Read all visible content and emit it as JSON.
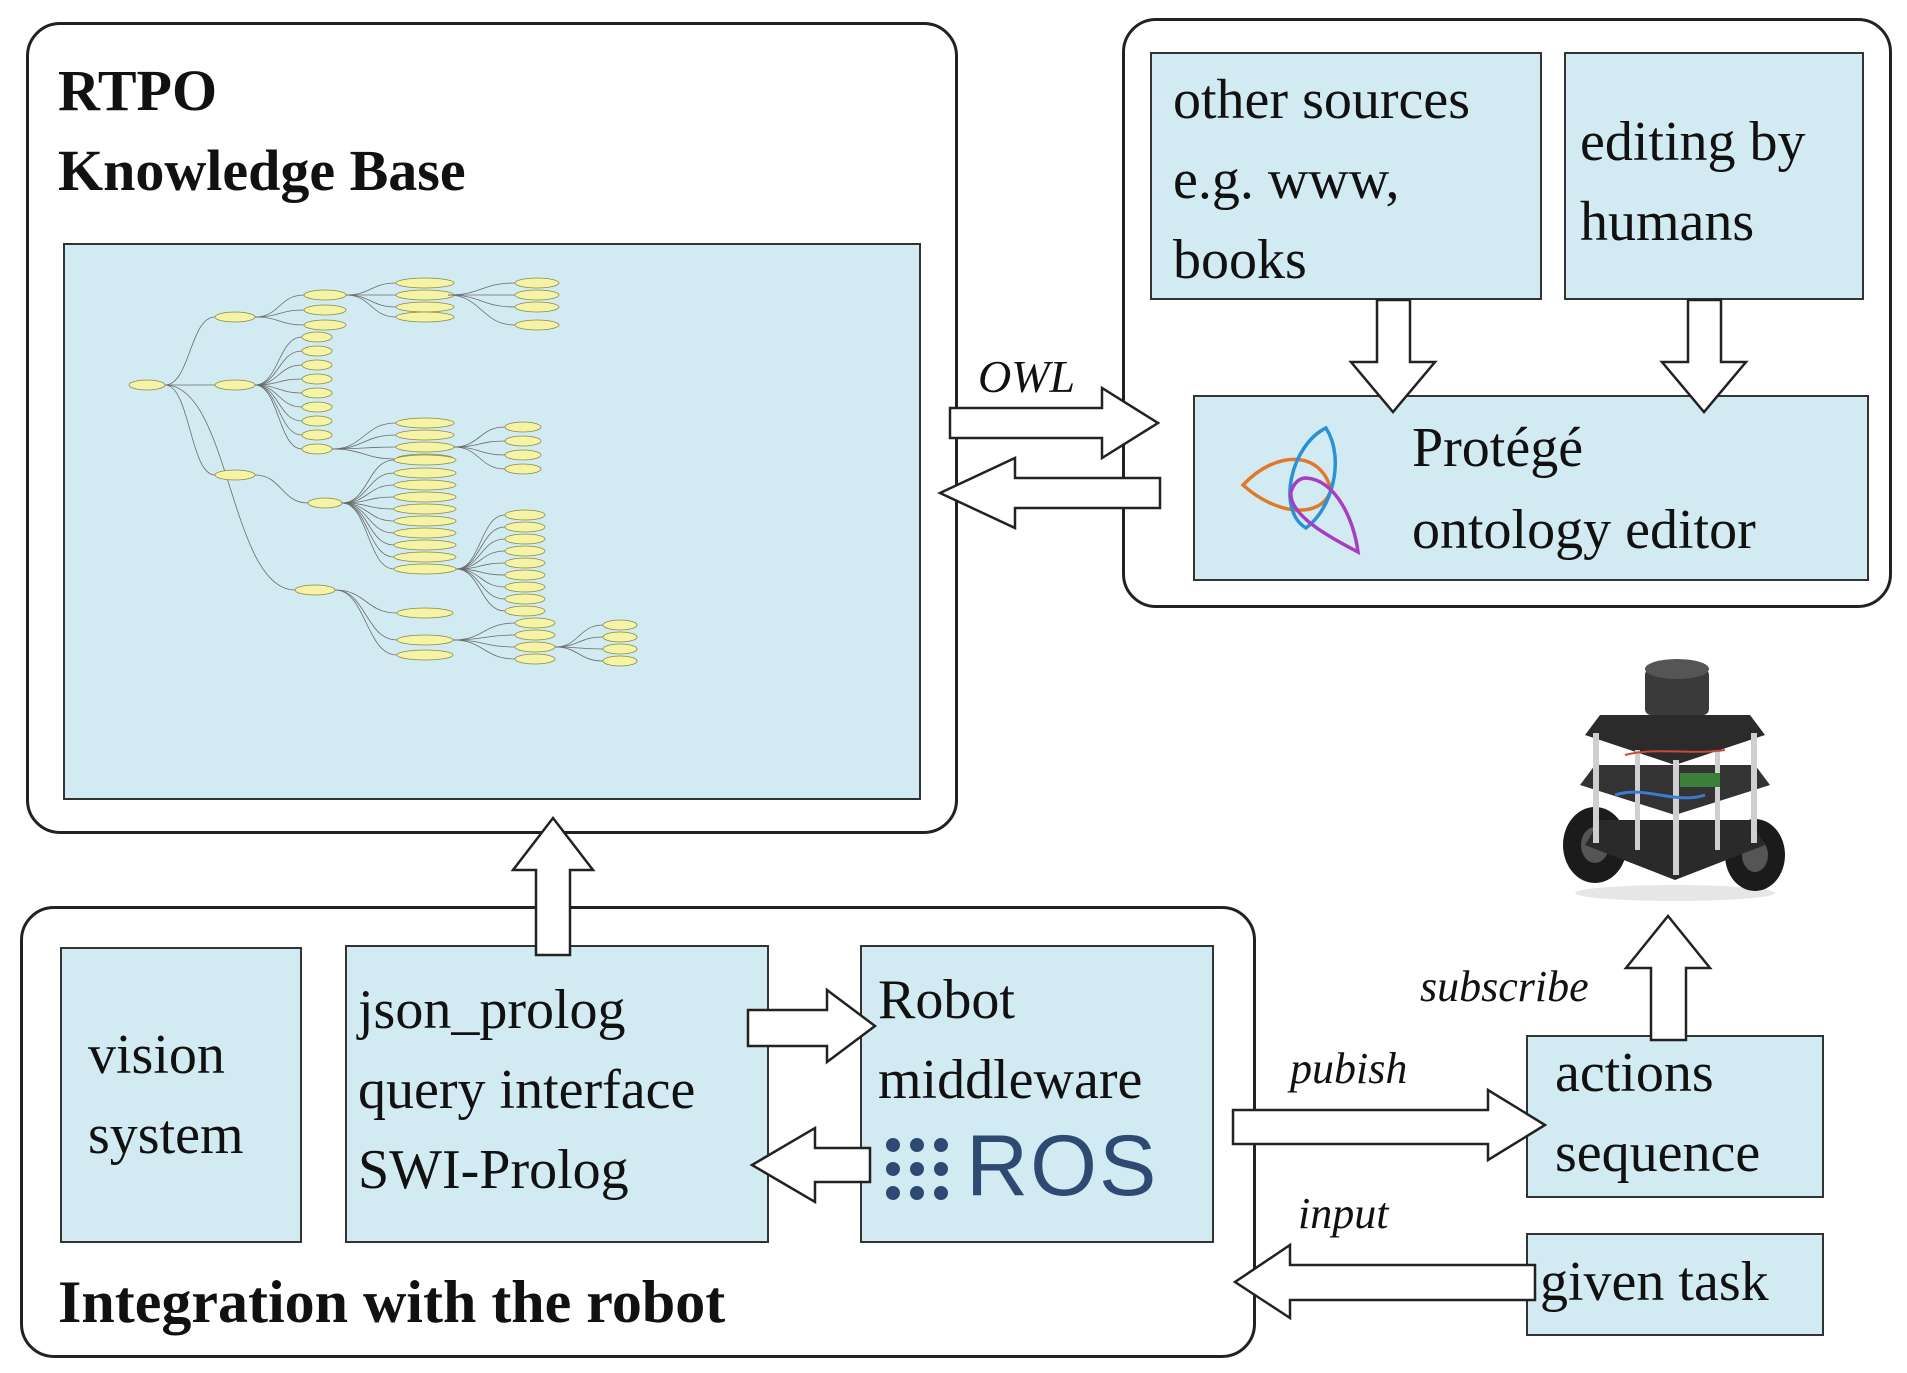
{
  "knowledge_base": {
    "title_line1": "RTPO",
    "title_line2": "Knowledge Base"
  },
  "sources": {
    "other_line1": "other sources",
    "other_line2": "e.g. www,",
    "other_line3": "books",
    "humans_line1": "editing by",
    "humans_line2": "humans"
  },
  "protege": {
    "line1": "Protégé",
    "line2": "ontology editor",
    "logo_icon": "protege-logo-icon",
    "logo_colors": [
      "#e07a2a",
      "#2a92d4",
      "#a83cc2"
    ]
  },
  "integration": {
    "title": "Integration with the robot",
    "vision_line1": "vision",
    "vision_line2": "system",
    "prolog_line1": "json_prolog",
    "prolog_line2": "query interface",
    "prolog_line3": "SWI-Prolog",
    "middleware_line1": "Robot",
    "middleware_line2": "middleware",
    "ros_logo": "ROS"
  },
  "robot": {
    "icon": "turtlebot-robot-icon",
    "actions_line1": "actions",
    "actions_line2": "sequence",
    "given_task": "given task"
  },
  "edges": {
    "owl": "OWL",
    "subscribe": "subscribe",
    "publish": "pubish",
    "input": "input"
  },
  "colors": {
    "box_fill": "#d2ebf2",
    "ros_blue": "#2f4a72",
    "node_yellow": "#f5f3a6"
  }
}
